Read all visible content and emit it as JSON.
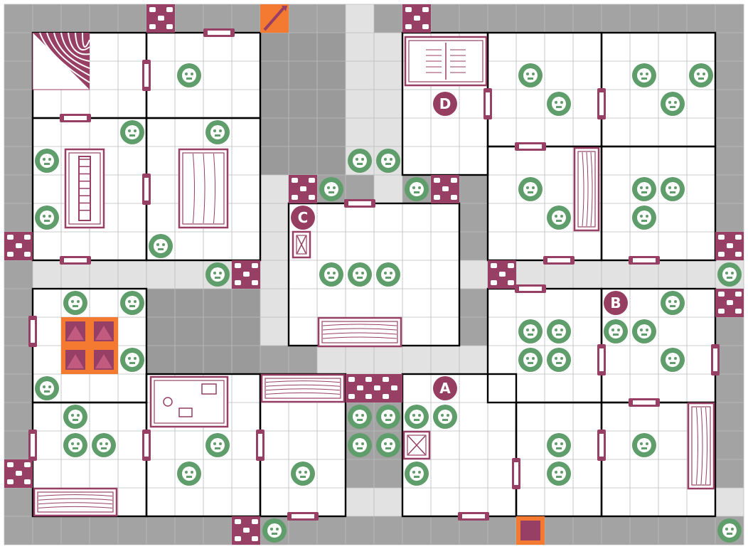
{
  "board": {
    "title": "",
    "colors": {
      "corridor": "#a3a3a3",
      "corridor_light": "#e2e2e2",
      "room_floor": "#ffffff",
      "grid_line": "#bdbdbd",
      "wall": "#000000",
      "furniture": "#973f64",
      "monster": "#5f9e6a",
      "trap_pit": "#f47a32",
      "room_label_bg": "#963e62"
    },
    "room_labels": [
      "A",
      "B",
      "C",
      "D"
    ],
    "icons": {
      "door": "door-icon",
      "rubble": "rubble-icon",
      "monster": "monster-token-icon",
      "pit": "pit-trap-icon",
      "spear": "spear-trap-icon",
      "stairs": "stairs-icon"
    }
  }
}
